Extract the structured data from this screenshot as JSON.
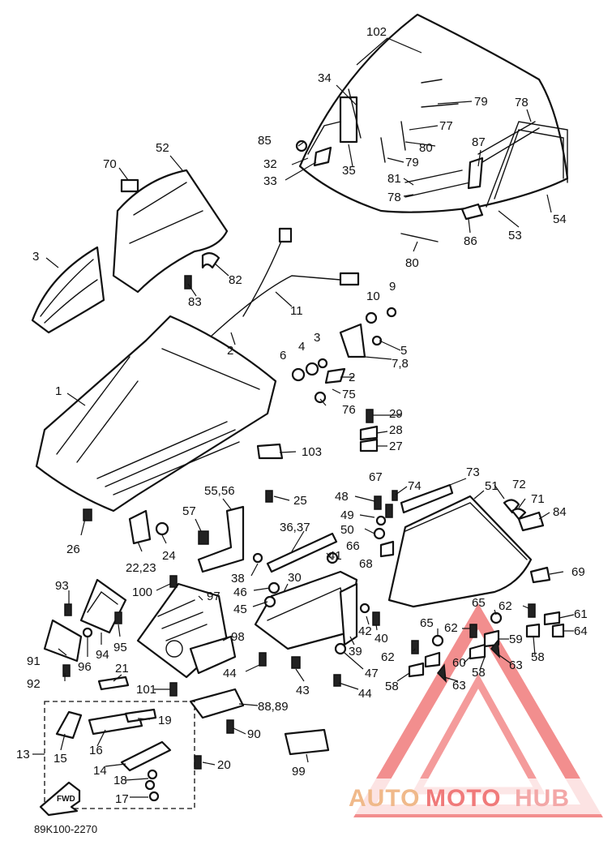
{
  "diagram_code": "89K100-2270",
  "fwd_label": "FWD",
  "logo": {
    "word1": "AUTO",
    "word2": "MOTO",
    "word3": "HUB",
    "color_auto": "#f0b98a",
    "color_moto": "#f07a7a",
    "color_hub": "#f3a7a7",
    "triangle_color": "#f07a7a"
  },
  "labels": [
    "102",
    "34",
    "79",
    "77",
    "80",
    "85",
    "32",
    "33",
    "35",
    "79",
    "81",
    "78",
    "87",
    "78",
    "54",
    "53",
    "86",
    "80",
    "52",
    "70",
    "3",
    "82",
    "83",
    "11",
    "10",
    "9",
    "5",
    "7,8",
    "2",
    "6",
    "4",
    "3",
    "2",
    "75",
    "76",
    "1",
    "29",
    "28",
    "27",
    "103",
    "73",
    "51",
    "67",
    "74",
    "48",
    "49",
    "50",
    "66",
    "68",
    "72",
    "71",
    "84",
    "55,56",
    "25",
    "57",
    "36,37",
    "41",
    "38",
    "69",
    "26",
    "22,23",
    "24",
    "100",
    "97",
    "30",
    "46",
    "45",
    "93",
    "94",
    "96",
    "95",
    "91",
    "92",
    "98",
    "42",
    "40",
    "39",
    "47",
    "43",
    "44",
    "44",
    "65",
    "62",
    "61",
    "64",
    "65",
    "62",
    "59",
    "58",
    "60",
    "58",
    "63",
    "63",
    "62",
    "58",
    "21",
    "101",
    "88,89",
    "90",
    "99",
    "13",
    "15",
    "16",
    "19",
    "14",
    "18",
    "17",
    "20"
  ]
}
